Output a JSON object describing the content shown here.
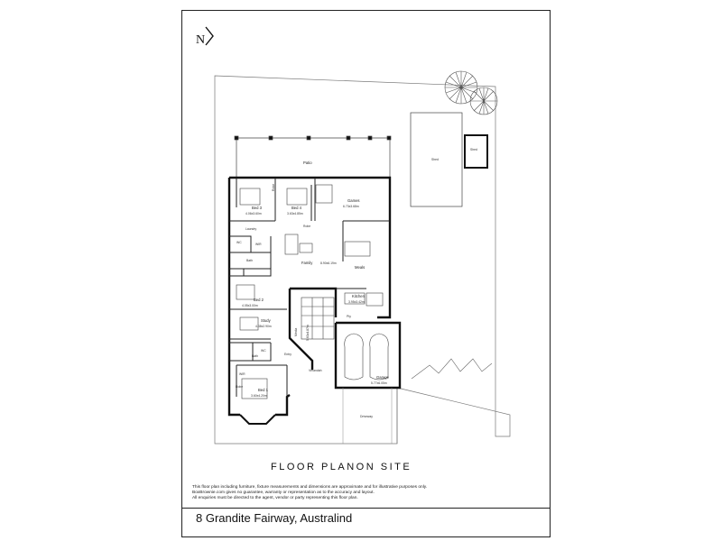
{
  "north_label": "N",
  "rooms": {
    "patio": "Patio",
    "shed_large": "Shed",
    "shed_small": "Shed",
    "bed3_name": "Bed 3",
    "bed3_size": "4.06x3.60m",
    "bed4_name": "Bed 4",
    "bed4_size": "3.63x4.85m",
    "games_name": "Games",
    "games_size": "6.73x3.68m",
    "laundry": "Laundry",
    "wir": "WIR",
    "bath": "Bath",
    "family_name": "Family",
    "family_size": "8.90x6.19m",
    "meals": "Meals",
    "bed2_name": "Bed 2",
    "bed2_size": "4.05x3.00m",
    "kitchen_name": "Kitchen",
    "kitchen_size": "3.95x3.42m",
    "study_name": "Study",
    "study_size": "4.38x2.90m",
    "media_name": "Media",
    "media_size": "5.63x4.87m",
    "bath2": "Bath",
    "entry": "Entry",
    "verandah": "Verandah",
    "wir2": "WIR",
    "bed1_name": "Bed 1",
    "bed1_size": "3.60x4.20m",
    "garage_name": "Garage",
    "garage_size": "5.77x6.05m",
    "driveway": "Driveway",
    "robe1": "Robe",
    "robe2": "Robe",
    "robe3": "Robe",
    "wc1": "WC",
    "wc2": "WC",
    "pty": "Pty"
  },
  "heading": "FLOOR PLANON SITE",
  "disclaimer": [
    "This floor plan including furniture, fixture measurements and dimensions are approximate and for illustrative purposes only.",
    "BoxBrownie.com gives no guarantee, warranty or representation as to the accuracy and layout.",
    "All enquiries must be directed to the agent, vendor or party representing this floor plan."
  ],
  "address": "8 Grandite Fairway, Australind"
}
